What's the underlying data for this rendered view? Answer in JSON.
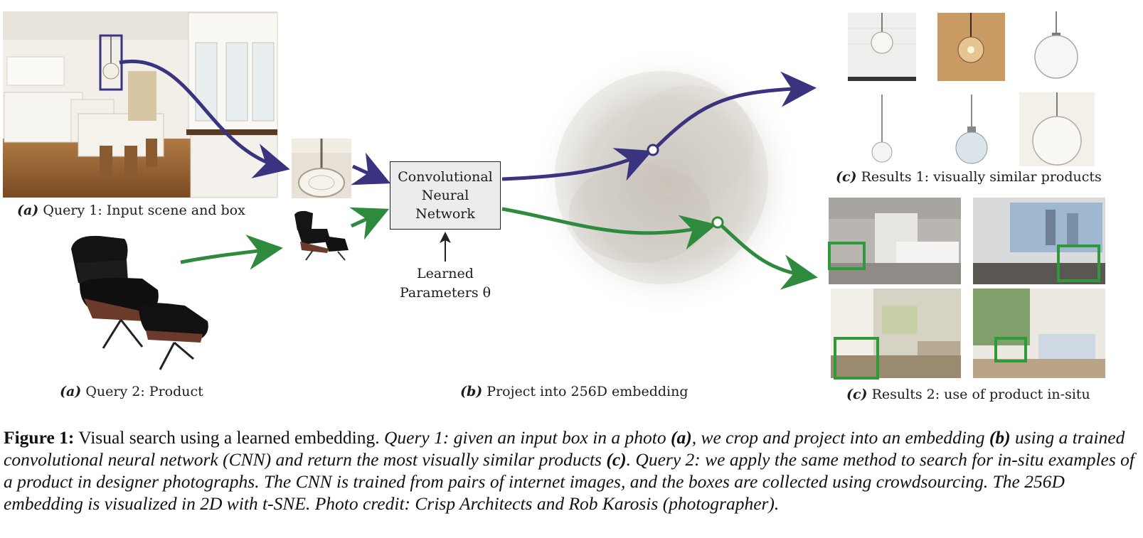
{
  "figure": {
    "labels": {
      "query1": {
        "letter": "(a)",
        "text": " Query 1: Input scene and box"
      },
      "query2": {
        "letter": "(a)",
        "text": " Query 2: Product"
      },
      "project": {
        "letter": "(b)",
        "text": " Project into 256D embedding"
      },
      "results1": {
        "letter": "(c)",
        "text": " Results 1: visually similar products"
      },
      "results2": {
        "letter": "(c)",
        "text": " Results 2: use of product in-situ"
      }
    },
    "cnn": {
      "line1": "Convolutional",
      "line2": "Neural",
      "line3": "Network"
    },
    "params": {
      "line1": "Learned",
      "line2": "Parameters θ"
    },
    "colors": {
      "query1_arrow": "#3a3480",
      "query2_arrow": "#2e8b3e",
      "box_green": "#2f9a3a"
    }
  },
  "caption": {
    "lead": "Figure 1:",
    "sentence1": " Visual search using a learned embedding. ",
    "part1": "Query 1: given an input box in a photo ",
    "ref_a": "(a)",
    "part2": ", we crop and project into an embedding ",
    "ref_b": "(b)",
    "part3": " using a trained convolutional neural network (CNN) and return the most visually similar products ",
    "ref_c": "(c)",
    "part4": ". Query 2: we apply the same method to search for in-situ examples of a product in designer photographs. The CNN is trained from pairs of internet images, and the boxes are collected using crowdsourcing. The 256D embedding is visualized in 2D with t-SNE. Photo credit: Crisp Architects and Rob Karosis (photographer)."
  }
}
